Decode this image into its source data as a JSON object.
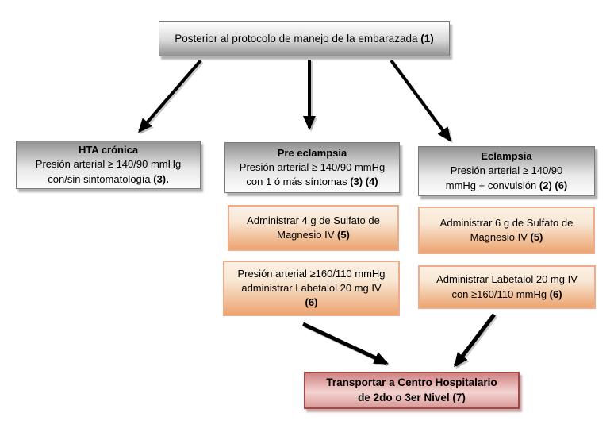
{
  "colors": {
    "grayBorder": "#7a7a7a",
    "grayDark": "#929292",
    "shadowGray": "#b2b2b2",
    "orangeLight": "#fcf1e4",
    "orangeDark": "#eca470",
    "orangeBorder": "#eeac8e",
    "redDark": "#d18384",
    "redLight": "#f3d3d0",
    "redBorder": "#a84442",
    "arrow": "#000000",
    "arrowShadow": "#a6a6a6"
  },
  "nodes": {
    "start": {
      "lines": [
        {
          "text": "Posterior al protocolo de manejo de la embarazada ",
          "ref": "(1)"
        }
      ]
    },
    "hta": {
      "title": "HTA crónica",
      "lines": [
        {
          "text": "Presión arterial ≥ 140/90 mmHg",
          "ref": ""
        },
        {
          "text": "con/sin sintomatología ",
          "ref": "(3)."
        }
      ]
    },
    "pre": {
      "title": "Pre eclampsia",
      "lines": [
        {
          "text": "Presión arterial ≥ 140/90 mmHg",
          "ref": ""
        },
        {
          "text": "con 1 ó más síntomas ",
          "ref": "(3) (4)"
        }
      ]
    },
    "ecl": {
      "title": "Eclampsia",
      "lines": [
        {
          "text": "Presión arterial ≥ 140/90",
          "ref": ""
        },
        {
          "text": "mmHg + convulsión ",
          "ref": "(2) (6)"
        }
      ]
    },
    "mg4": {
      "lines": [
        {
          "text": "Administrar 4 g de Sulfato de",
          "ref": ""
        },
        {
          "text": "Magnesio IV ",
          "ref": "(5)"
        }
      ]
    },
    "mg6": {
      "lines": [
        {
          "text": "Administrar 6 g de Sulfato de",
          "ref": ""
        },
        {
          "text": "Magnesio IV ",
          "ref": "(5)"
        }
      ]
    },
    "lab1": {
      "lines": [
        {
          "text": "Presión arterial ≥160/110 mmHg",
          "ref": ""
        },
        {
          "text": "administrar Labetalol 20 mg IV",
          "ref": ""
        },
        {
          "text": "",
          "ref": "(6)"
        }
      ]
    },
    "lab2": {
      "lines": [
        {
          "text": "Administrar Labetalol 20 mg IV",
          "ref": ""
        },
        {
          "text": "con ≥160/110 mmHg ",
          "ref": "(6)"
        }
      ]
    },
    "transport": {
      "lines": [
        {
          "text": "Transportar a Centro Hospitalario",
          "ref": ""
        },
        {
          "text": "de 2do o 3er Nivel (7)",
          "ref": ""
        }
      ]
    }
  }
}
